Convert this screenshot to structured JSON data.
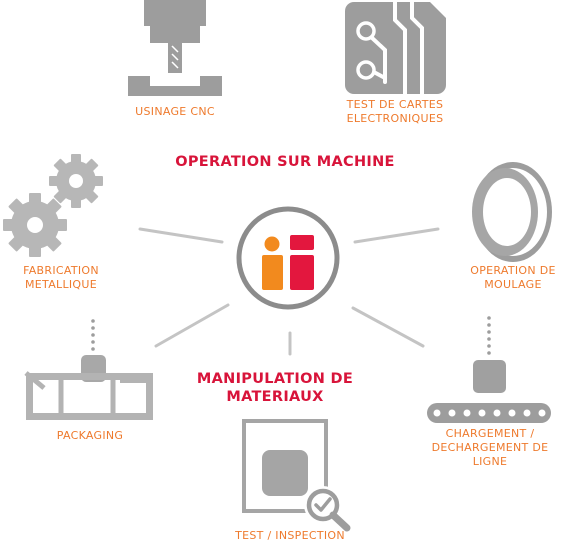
{
  "center_logo": "logo-icon",
  "headings": {
    "top": "OPERATION SUR MACHINE",
    "bottom": [
      "MANIPULATION DE",
      "MATERIAUX"
    ]
  },
  "nodes": [
    {
      "id": "usinage-cnc",
      "icon": "cnc-mill-icon",
      "lines": [
        "USINAGE CNC"
      ]
    },
    {
      "id": "test-cartes",
      "icon": "circuit-board-icon",
      "lines": [
        "TEST DE CARTES",
        "ELECTRONIQUES"
      ]
    },
    {
      "id": "fabrication-metallique",
      "icon": "gears-icon",
      "lines": [
        "FABRICATION",
        "METALLIQUE"
      ]
    },
    {
      "id": "operation-moulage",
      "icon": "ring-mold-icon",
      "lines": [
        "OPERATION DE",
        "MOULAGE"
      ]
    },
    {
      "id": "packaging",
      "icon": "packaging-box-icon",
      "lines": [
        "PACKAGING"
      ]
    },
    {
      "id": "chargement",
      "icon": "conveyor-icon",
      "lines": [
        "CHARGEMENT /",
        "DECHARGEMENT DE",
        "LIGNE"
      ]
    },
    {
      "id": "test-inspection",
      "icon": "inspection-magnifier-icon",
      "lines": [
        "TEST / INSPECTION"
      ]
    }
  ],
  "colors": {
    "label_orange": "#ee7a2d",
    "heading_red": "#d8143a",
    "icon_gray": "#9d9d9d",
    "line_gray": "#c4c4c4",
    "logo_orange": "#f28a1e",
    "logo_red": "#e3173e"
  }
}
